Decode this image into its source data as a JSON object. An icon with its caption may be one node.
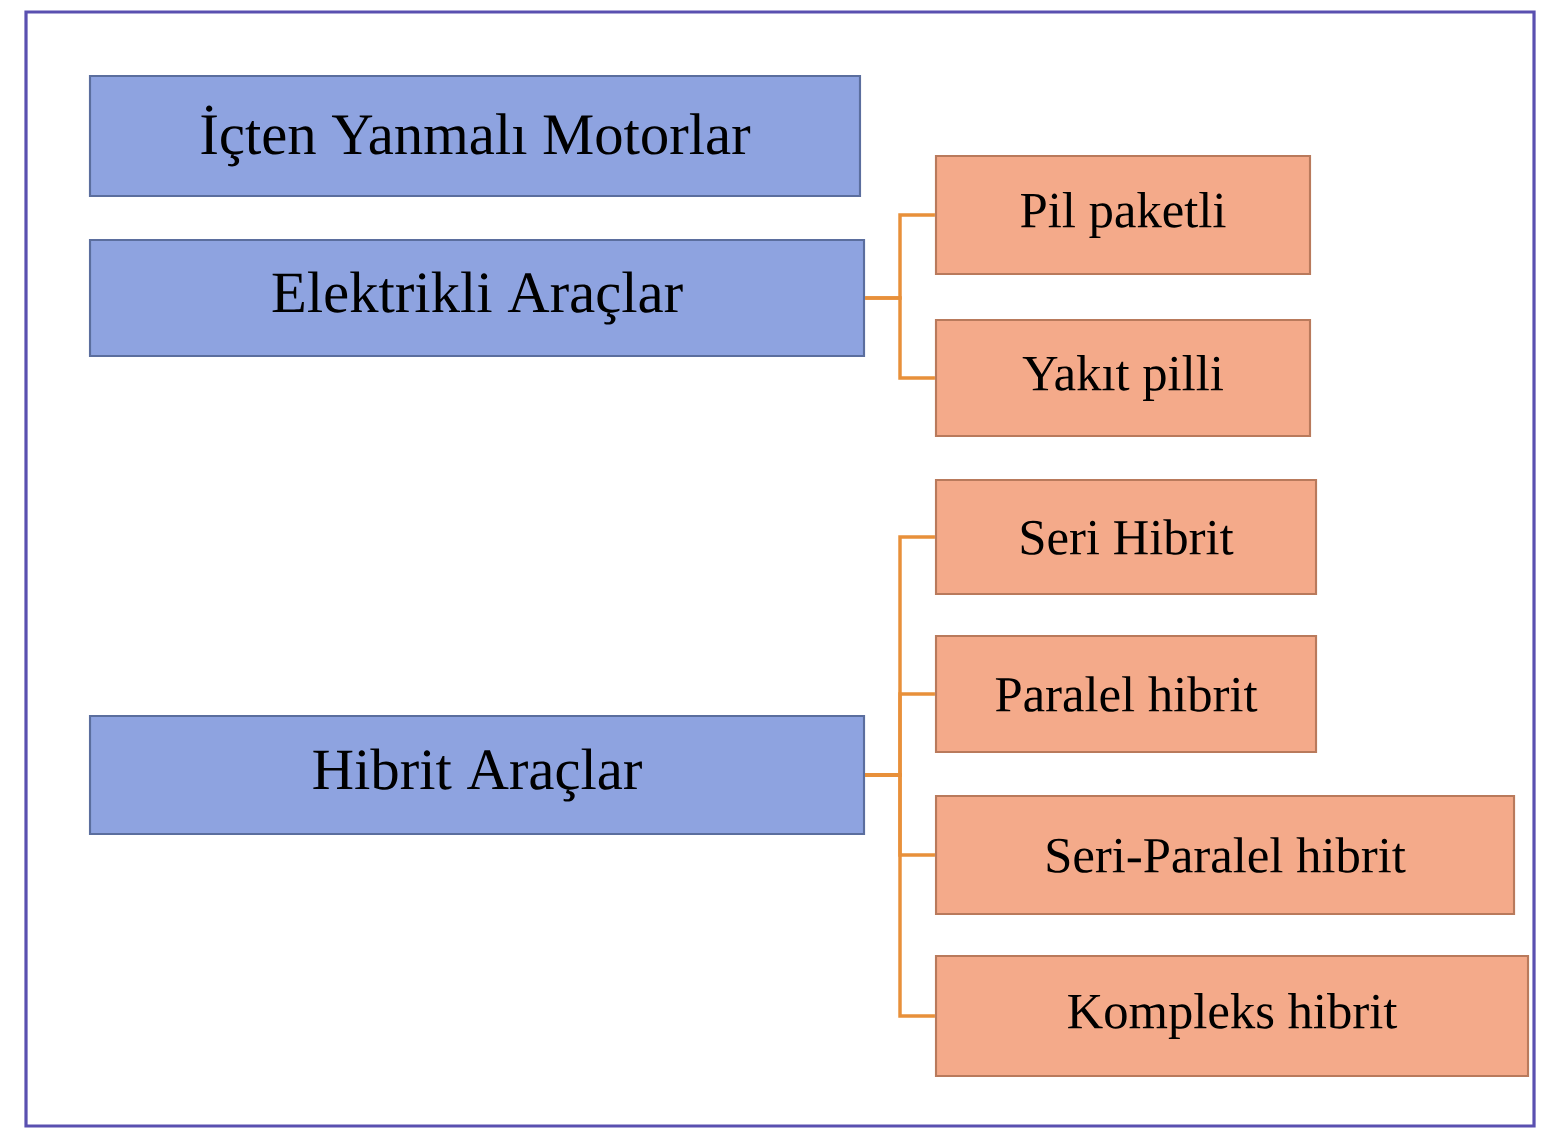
{
  "diagram": {
    "nodes": [
      {
        "text": [
          "İçten Yanmalı Motorlar"
        ]
      },
      {
        "text": [
          "Elektrikli Araçlar"
        ]
      },
      {
        "text": [
          "Pil paketli"
        ]
      },
      {
        "text": [
          "Yakıt pilli"
        ]
      },
      {
        "text": [
          "Hibrit Araçlar"
        ]
      },
      {
        "text": [
          "Seri Hibrit"
        ]
      },
      {
        "text": [
          "Paralel hibrit"
        ]
      },
      {
        "text": [
          "Seri-Paralel hibrit"
        ]
      },
      {
        "text": [
          "Kompleks hibrit"
        ]
      }
    ],
    "edges": [
      {
        "from": 1,
        "to": 2,
        "arrow": "none"
      },
      {
        "from": 1,
        "to": 3,
        "arrow": "none"
      },
      {
        "from": 4,
        "to": 5,
        "arrow": "none"
      },
      {
        "from": 4,
        "to": 6,
        "arrow": "none"
      },
      {
        "from": 4,
        "to": 7,
        "arrow": "none"
      },
      {
        "from": 4,
        "to": 8,
        "arrow": "none"
      }
    ]
  }
}
